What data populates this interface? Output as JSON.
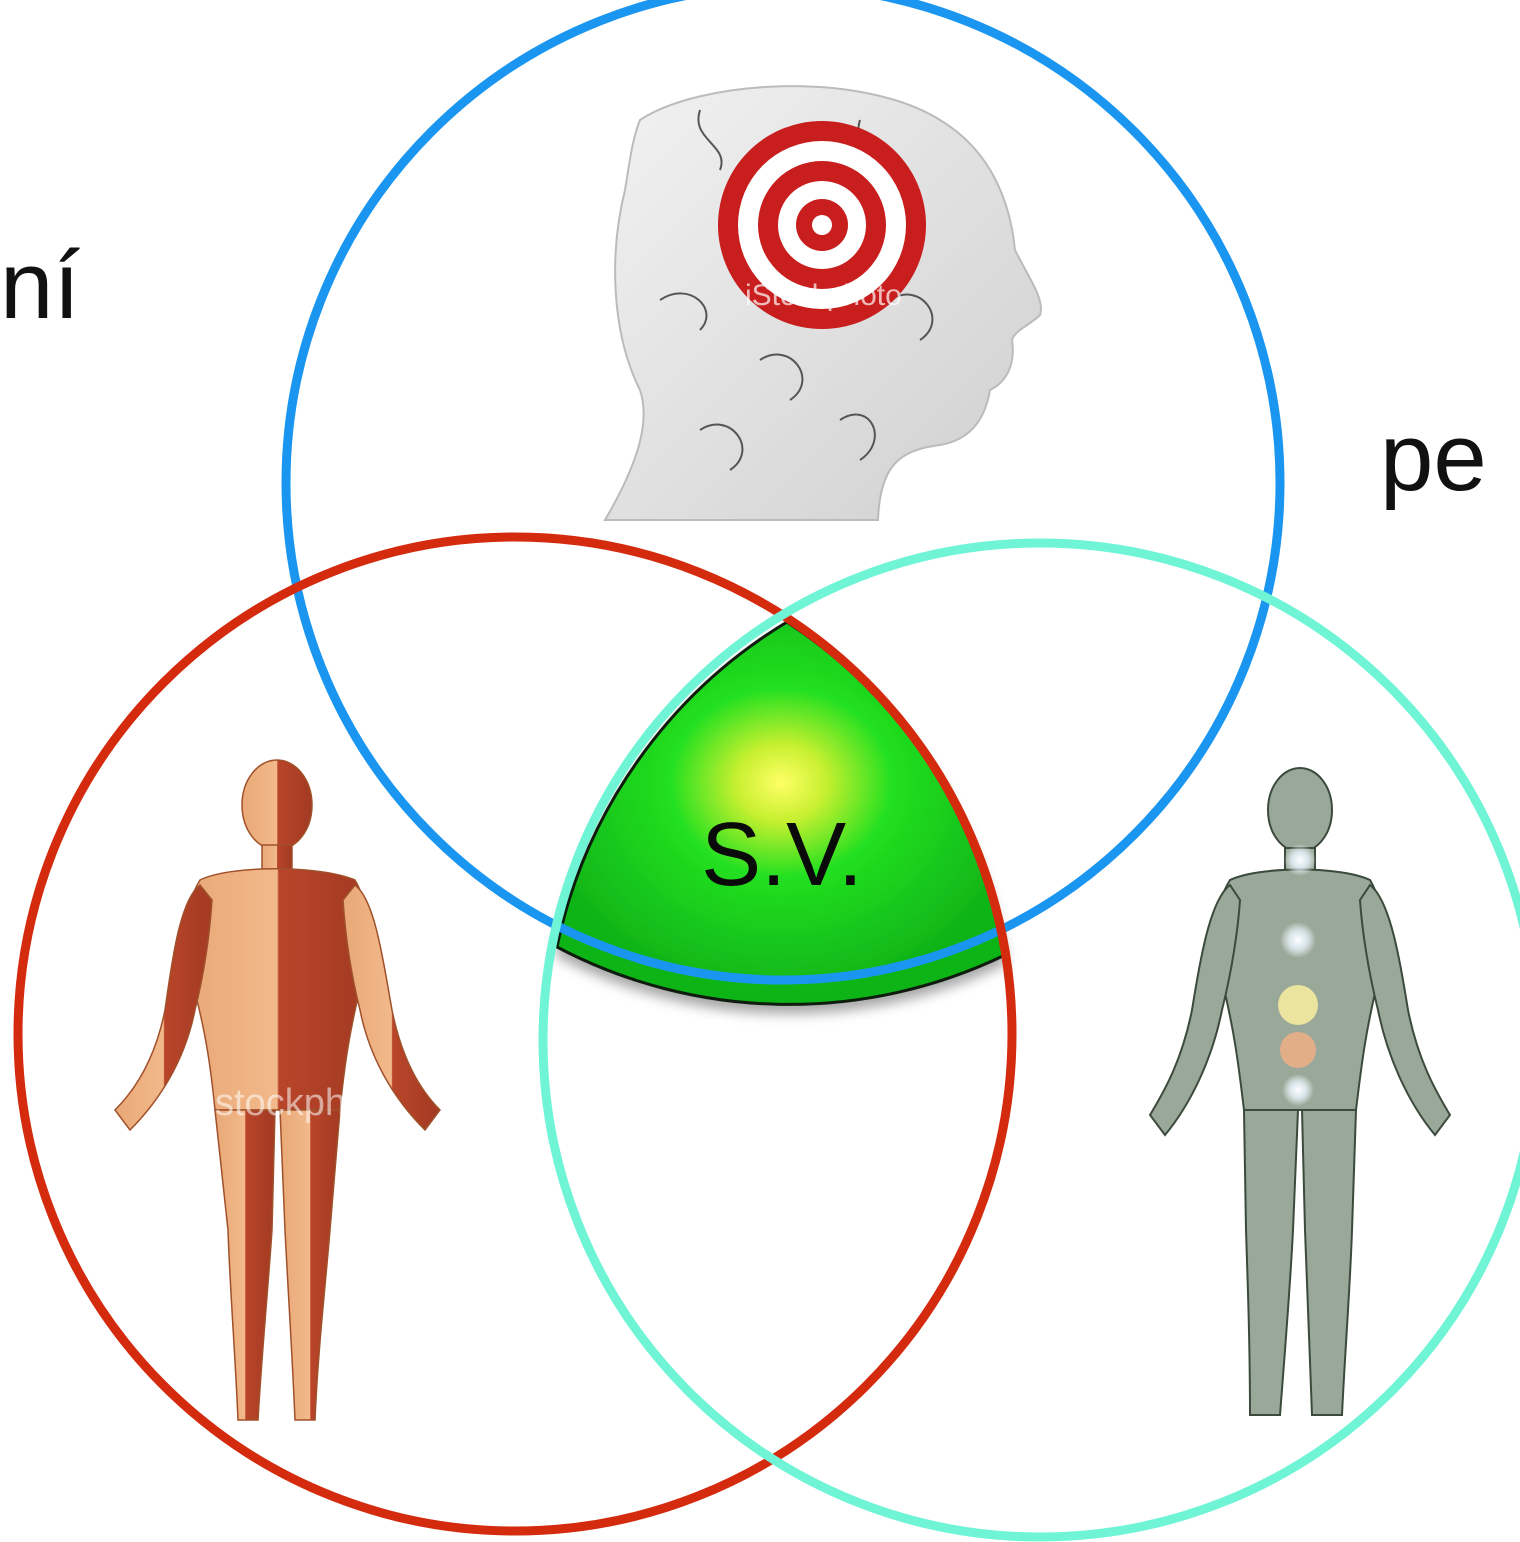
{
  "labels": {
    "left_edge_text": "ní",
    "right_edge_text": "pe",
    "center_text": "S.V."
  },
  "circles": {
    "mind": {
      "color": "#1a96f0",
      "icon": "head-puzzle-target-icon"
    },
    "body": {
      "color": "#d42a0e",
      "icon": "anatomy-body-icon"
    },
    "spirit": {
      "color": "#6ff5d6",
      "icon": "energy-body-icon"
    }
  },
  "center_region": {
    "color": "#16d11a",
    "glow_color": "#ffff55"
  },
  "watermarks": [
    "iStockphoto",
    "stockphoto"
  ]
}
